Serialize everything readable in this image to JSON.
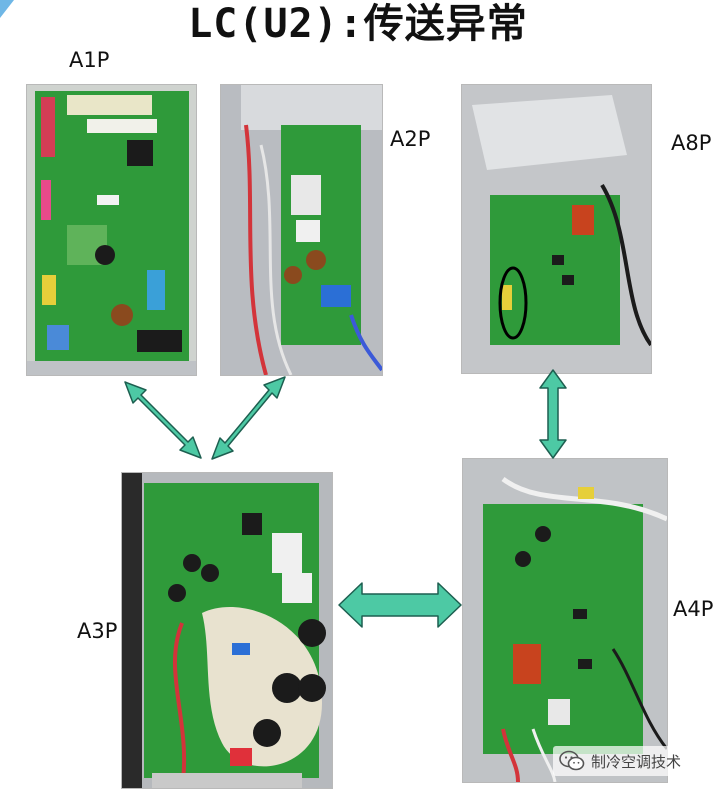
{
  "title": "LC(U2):传送异常",
  "boards": {
    "a1p": "A1P",
    "a2p": "A2P",
    "a8p": "A8P",
    "a3p": "A3P",
    "a4p": "A4P"
  },
  "watermark": {
    "text": "制冷空调技术",
    "icon": "wechat-icon"
  },
  "colors": {
    "arrow_fill": "#4dc9a4",
    "arrow_stroke": "#1d5f50",
    "pcb_green": "#2f9a3a",
    "highlight_ring": "#000000"
  }
}
